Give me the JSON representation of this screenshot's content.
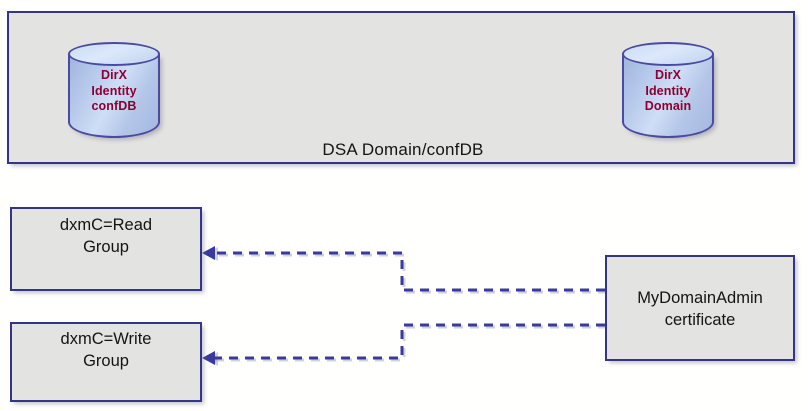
{
  "diagram": {
    "title": "DSA Domain/confDB certificate mapping diagram",
    "background_color": "#fffffd",
    "node_fill": "#e3e3e1",
    "node_border": "#353585",
    "db_text_color": "#8c0033",
    "connector_color": "#3a3a9e"
  },
  "panel": {
    "label": "DSA Domain/confDB"
  },
  "databases": [
    {
      "id": "dirx-identity-confdb",
      "lines": [
        "DirX",
        "Identity",
        "confDB"
      ]
    },
    {
      "id": "dirx-identity-domain",
      "lines": [
        "DirX",
        "Identity",
        "Domain"
      ]
    }
  ],
  "boxes": [
    {
      "id": "read-group",
      "lines": [
        "dxmC=Read",
        "Group"
      ]
    },
    {
      "id": "write-group",
      "lines": [
        "dxmC=Write",
        "Group"
      ]
    },
    {
      "id": "mydomainadmin-certificate",
      "lines": [
        "MyDomainAdmin",
        "certificate"
      ]
    }
  ],
  "connectors": [
    {
      "id": "cert-to-read-group",
      "from": "mydomainadmin-certificate",
      "to": "read-group",
      "style": "dashed",
      "arrow": "to-target"
    },
    {
      "id": "cert-to-write-group",
      "from": "mydomainadmin-certificate",
      "to": "write-group",
      "style": "dashed",
      "arrow": "to-target"
    }
  ]
}
